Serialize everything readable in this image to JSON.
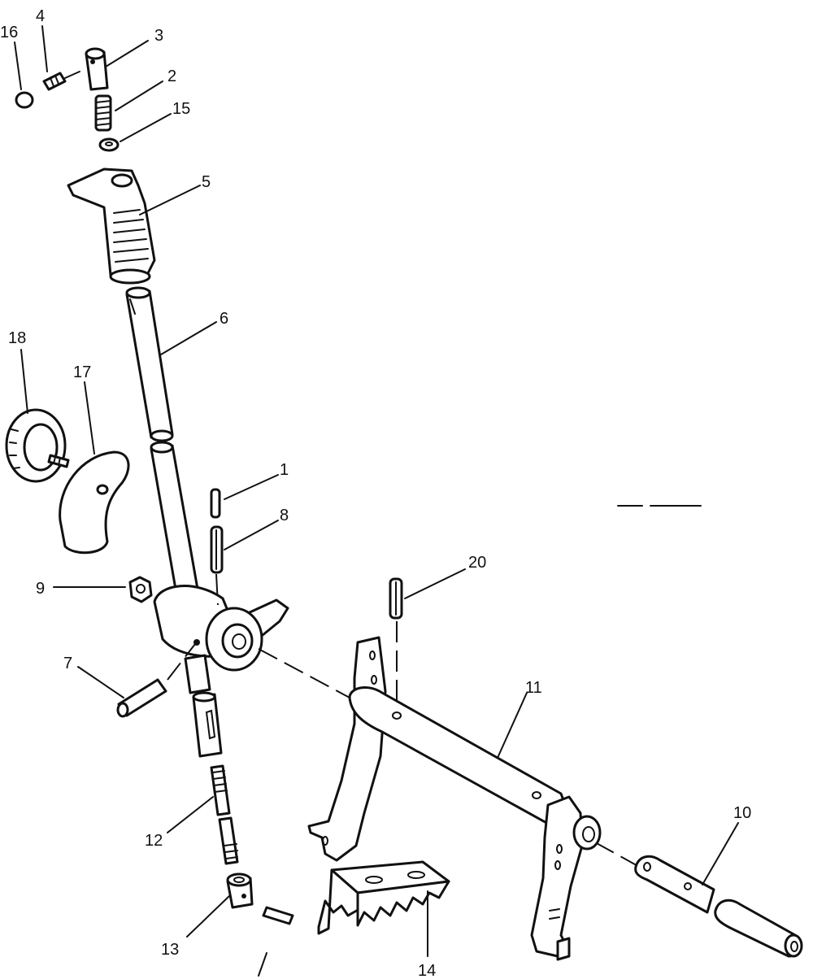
{
  "diagram": {
    "parts": [
      {
        "id": "p1",
        "label": "1"
      },
      {
        "id": "p2",
        "label": "2"
      },
      {
        "id": "p3",
        "label": "3"
      },
      {
        "id": "p4",
        "label": "4"
      },
      {
        "id": "p5",
        "label": "5"
      },
      {
        "id": "p6",
        "label": "6"
      },
      {
        "id": "p7",
        "label": "7"
      },
      {
        "id": "p8",
        "label": "8"
      },
      {
        "id": "p9",
        "label": "9"
      },
      {
        "id": "p10",
        "label": "10"
      },
      {
        "id": "p11",
        "label": "11"
      },
      {
        "id": "p12",
        "label": "12"
      },
      {
        "id": "p13",
        "label": "13"
      },
      {
        "id": "p14",
        "label": "14"
      },
      {
        "id": "p15",
        "label": "15"
      },
      {
        "id": "p16",
        "label": "16"
      },
      {
        "id": "p17",
        "label": "17"
      },
      {
        "id": "p18",
        "label": "18"
      },
      {
        "id": "p20",
        "label": "20"
      }
    ]
  }
}
